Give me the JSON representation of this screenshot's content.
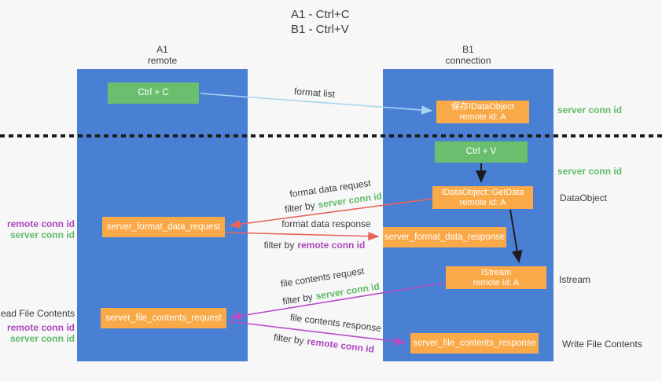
{
  "title": {
    "line1": "A1 - Ctrl+C",
    "line2": "B1 - Ctrl+V"
  },
  "lanes": {
    "left": {
      "name": "A1",
      "type": "remote"
    },
    "right": {
      "name": "B1",
      "type": "connection"
    }
  },
  "nodes": {
    "ctrl_c": "Ctrl + C",
    "ctrl_v": "Ctrl + V",
    "save_dataobject": {
      "line1": "保存IDataObject",
      "line2": "remote id: A"
    },
    "getdata": {
      "line1": "IDataObject::GetData",
      "line2": "remote id: A"
    },
    "istream": {
      "line1": "IStream",
      "line2": "remote id: A"
    },
    "server_format_data_request": "server_format_data_request",
    "server_format_data_response": "server_format_data_response",
    "server_file_contents_request": "server_file_contents_request",
    "server_file_contents_response": "server_file_contents_response"
  },
  "flow_labels": {
    "format_list": "format list",
    "format_data_request": "format data request",
    "format_data_response": "format data response",
    "file_contents_request": "file contents request",
    "file_contents_response": "file contents response",
    "filter_by": "filter by",
    "server_conn_id": "server conn id",
    "remote_conn_id": "remote conn id"
  },
  "side_labels": {
    "right_server_conn_id_top": "server conn id",
    "right_server_conn_id_mid": "server conn id",
    "dataobject": "DataObject",
    "istream": "Istream",
    "write_file_contents": "Write File Contents",
    "read_file_contents": "Read File Contents",
    "left_top": {
      "remote": "remote conn id",
      "server": "server conn id"
    },
    "left_bottom": {
      "remote": "remote conn id",
      "server": "server conn id"
    }
  },
  "colors": {
    "lane": "#4a80d4",
    "green_box": "#6abf6e",
    "orange_box": "#f9a947",
    "arrow_blue": "#a9d5ef",
    "arrow_red": "#e8655c",
    "arrow_purple": "#b44fc4",
    "arrow_black": "#1c1c1c",
    "text_green": "#62bb67",
    "text_purple": "#ab47bc",
    "background": "#f7f7f8"
  }
}
